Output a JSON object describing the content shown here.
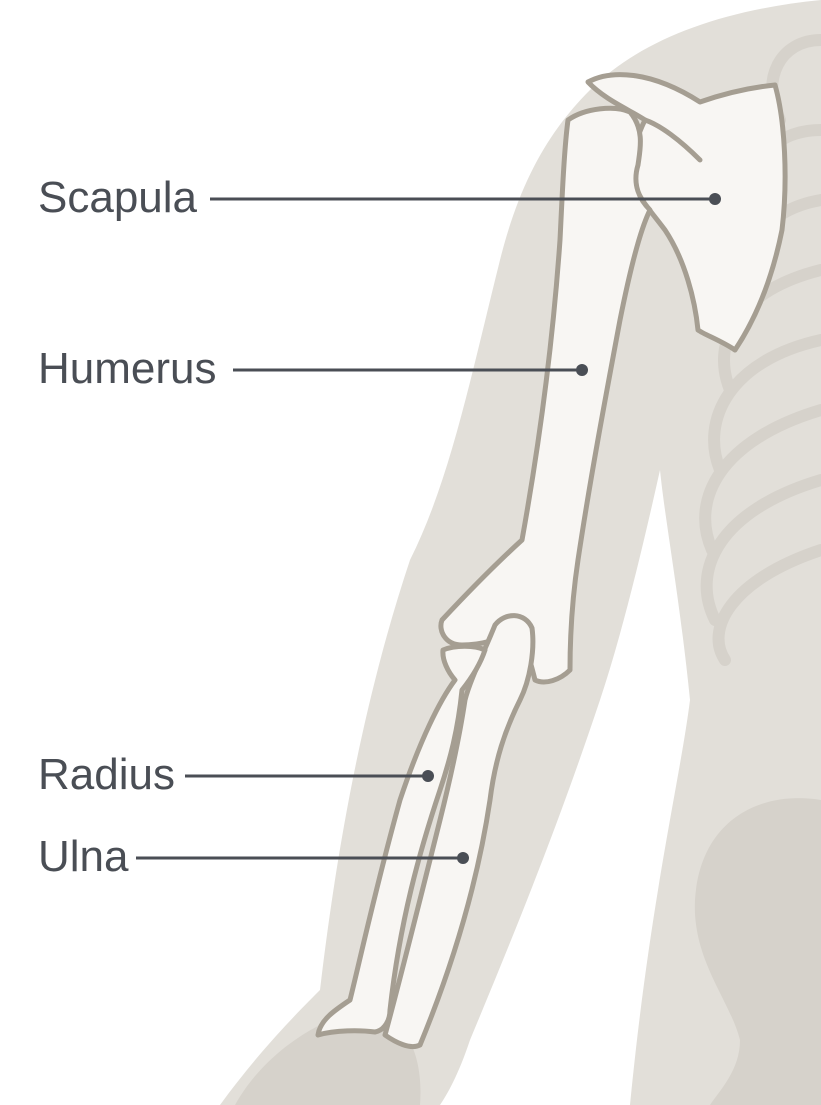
{
  "labels": {
    "scapula": "Scapula",
    "humerus": "Humerus",
    "radius": "Radius",
    "ulna": "Ulna"
  },
  "colors": {
    "background": "#ffffff",
    "skin": "#e2dfd9",
    "ghost_bone": "#d6d2cb",
    "bone_fill": "#f8f6f3",
    "bone_outline": "#a59e92",
    "leader": "#4a4e55",
    "text": "#4a4e55"
  }
}
